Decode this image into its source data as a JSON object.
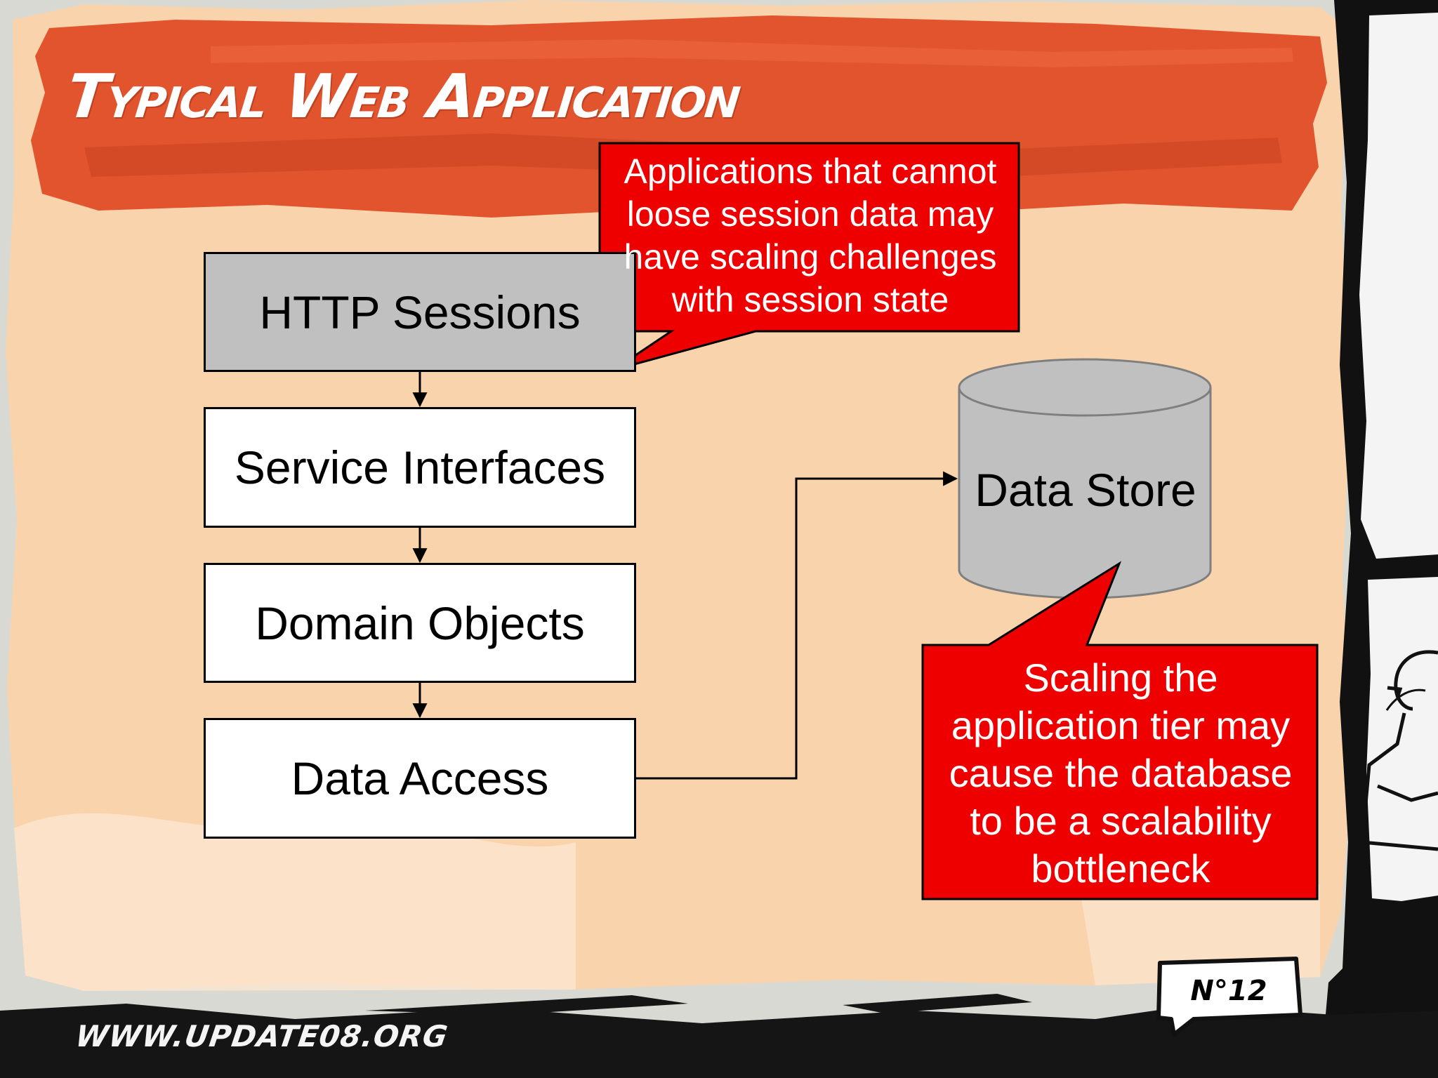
{
  "slide": {
    "title": "Typical Web Application",
    "footer_url": "WWW.UPDATE08.ORG",
    "slide_number": "N°12",
    "colors": {
      "background": "#f8d3ac",
      "title_banner": "#e2542e",
      "callout_fill": "#ee0000",
      "gray_box": "#c0c0c0",
      "cylinder": "#c0c0c0"
    }
  },
  "diagram": {
    "layers": [
      {
        "label": "HTTP Sessions",
        "fill": "#c0c0c0"
      },
      {
        "label": "Service Interfaces",
        "fill": "#ffffff"
      },
      {
        "label": "Domain Objects",
        "fill": "#ffffff"
      },
      {
        "label": "Data Access",
        "fill": "#ffffff"
      }
    ],
    "data_store": {
      "label": "Data Store"
    },
    "callouts": [
      {
        "lines": [
          "Applications that cannot",
          "loose session data may",
          "have scaling challenges",
          "with session state"
        ]
      },
      {
        "lines": [
          "Scaling the",
          "application tier may",
          "cause the database",
          "to be a scalability",
          "bottleneck"
        ]
      }
    ],
    "edges": [
      {
        "from": "HTTP Sessions",
        "to": "Service Interfaces"
      },
      {
        "from": "Service Interfaces",
        "to": "Domain Objects"
      },
      {
        "from": "Domain Objects",
        "to": "Data Access"
      },
      {
        "from": "Data Access",
        "to": "Data Store"
      }
    ]
  }
}
